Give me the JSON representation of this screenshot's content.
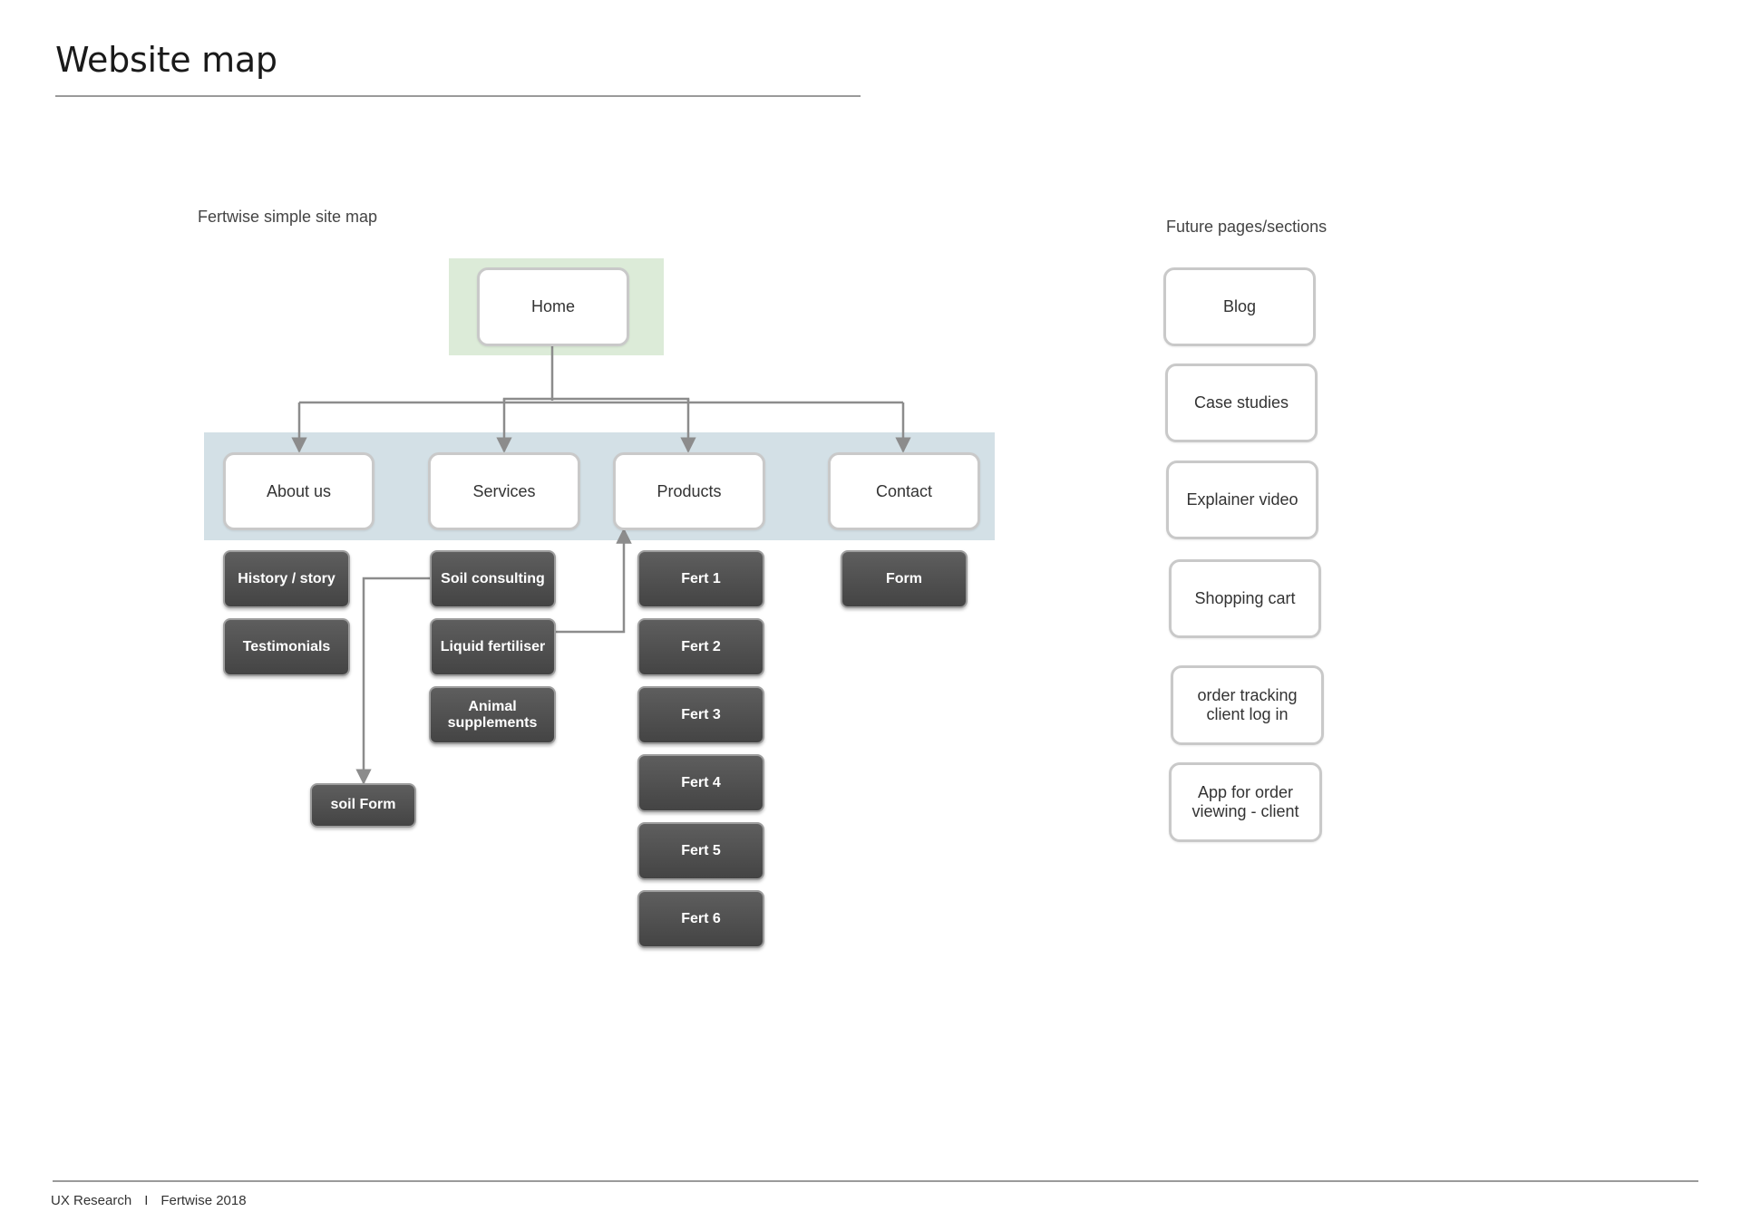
{
  "page": {
    "title": "Website map",
    "sitemap_label": "Fertwise simple site map",
    "future_label": "Future pages/sections"
  },
  "colors": {
    "home_band": "#dcebd8",
    "level_band": "#d3e0e6",
    "connector": "#8c8c8c",
    "dark_box": "#4f4f4f"
  },
  "sitemap": {
    "home": "Home",
    "sections": [
      "About us",
      "Services",
      "Products",
      "Contact"
    ],
    "about_children": [
      "History / story",
      "Testimonials"
    ],
    "services_children": [
      "Soil consulting",
      "Liquid fertiliser",
      "Animal supplements"
    ],
    "products_children": [
      "Fert 1",
      "Fert 2",
      "Fert 3",
      "Fert 4",
      "Fert 5",
      "Fert 6"
    ],
    "contact_children": [
      "Form"
    ],
    "soil_form": "soil Form"
  },
  "future_pages": [
    "Blog",
    "Case studies",
    "Explainer video",
    "Shopping cart",
    "order tracking client log in",
    "App for order viewing - client"
  ],
  "footer": {
    "left": "UX Research",
    "separator": "I",
    "right": "Fertwise 2018"
  }
}
